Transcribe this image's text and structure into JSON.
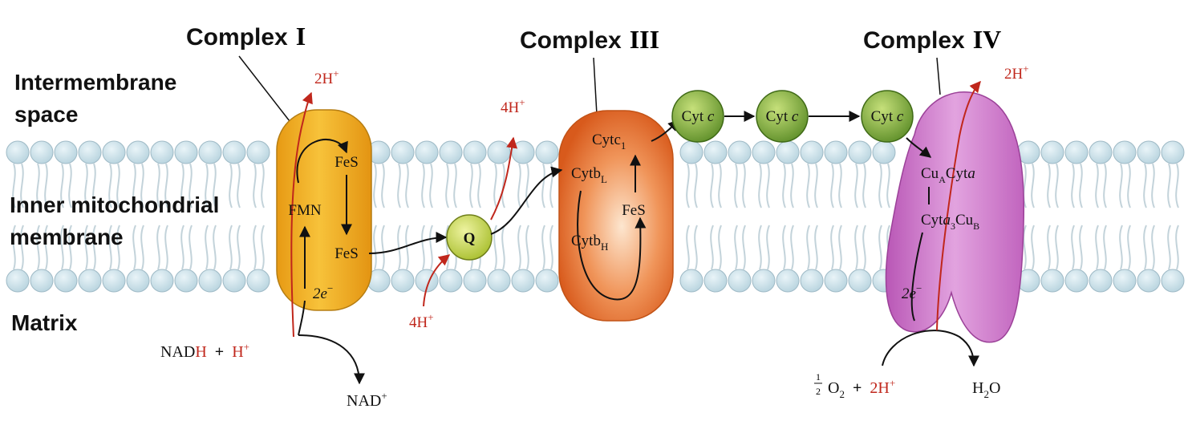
{
  "regions": {
    "intermembrane_line1": "Intermembrane",
    "intermembrane_line2": "space",
    "membrane_line1": "Inner mitochondrial",
    "membrane_line2": "membrane",
    "matrix": "Matrix"
  },
  "complexes": {
    "word": "Complex",
    "c1_numeral": "I",
    "c3_numeral": "III",
    "c4_numeral": "IV"
  },
  "complex1": {
    "protons_out": "2H",
    "fes_top": "FeS",
    "fmn": "FMN",
    "fes_bottom": "FeS",
    "electrons": "2e"
  },
  "nadh": {
    "nad": "NAD",
    "h_red": "H",
    "plus": "+",
    "proton": "H",
    "nad_plus": "NAD"
  },
  "quinone": {
    "label": "Q",
    "protons_out": "4H",
    "protons_in": "4H"
  },
  "complex3": {
    "cyt_c1": "Cytc",
    "c1_sub": "1",
    "cyt_bL": "Cytb",
    "bL_sub": "L",
    "fes": "FeS",
    "cyt_bH": "Cytb",
    "bH_sub": "H"
  },
  "cytc": {
    "prefix": "Cyt ",
    "italic": "c"
  },
  "complex4": {
    "protons_out": "2H",
    "cu_a_cyt_a": "CuACyta",
    "cyt_a3_cu_b": "Cyta3CuB",
    "electrons": "2e",
    "oxygen": "O",
    "oxygen_sub": "2",
    "plus": "+",
    "protons_in": "2H",
    "water": "H2O"
  },
  "colors": {
    "proton_arrow": "#c0271c",
    "complex1_fill": "#f3b324",
    "complex3_fill": "#e8702d",
    "complex4_fill": "#cc79c9",
    "cytc_fill": "#7fa93c",
    "quinone_fill": "#c6d64a",
    "lipid_head": "#cfe4ec",
    "lipid_tail": "#bfcfd6"
  }
}
